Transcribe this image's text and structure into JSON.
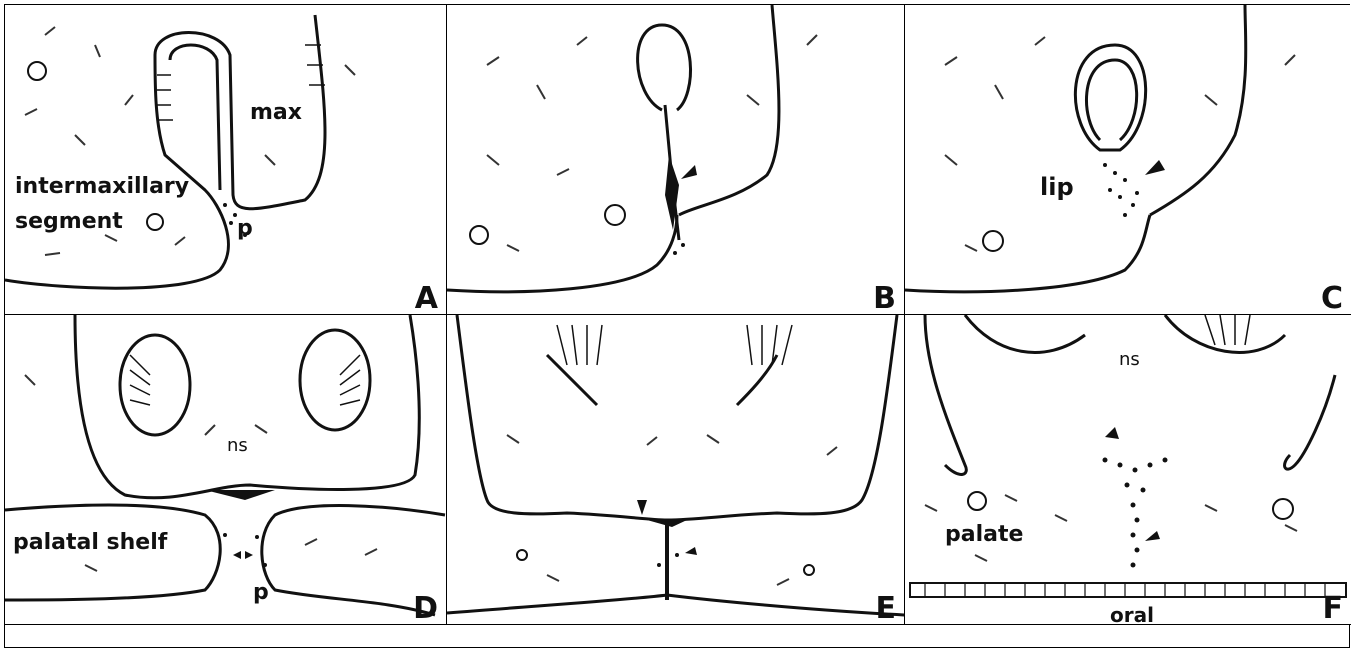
{
  "panels": [
    {
      "letter": "A",
      "labels": {
        "max": "max",
        "segment_line1": "intermaxillary",
        "segment_line2": "segment",
        "p": "p"
      }
    },
    {
      "letter": "B",
      "labels": {}
    },
    {
      "letter": "C",
      "labels": {
        "lip": "lip"
      }
    },
    {
      "letter": "D",
      "labels": {
        "ns": "ns",
        "palatal_shelf": "palatal shelf",
        "p": "p"
      }
    },
    {
      "letter": "E",
      "labels": {}
    },
    {
      "letter": "F",
      "labels": {
        "ns": "ns",
        "palate": "palate",
        "oral": "oral"
      }
    }
  ],
  "colors": {
    "ink": "#111111",
    "background": "#ffffff"
  }
}
